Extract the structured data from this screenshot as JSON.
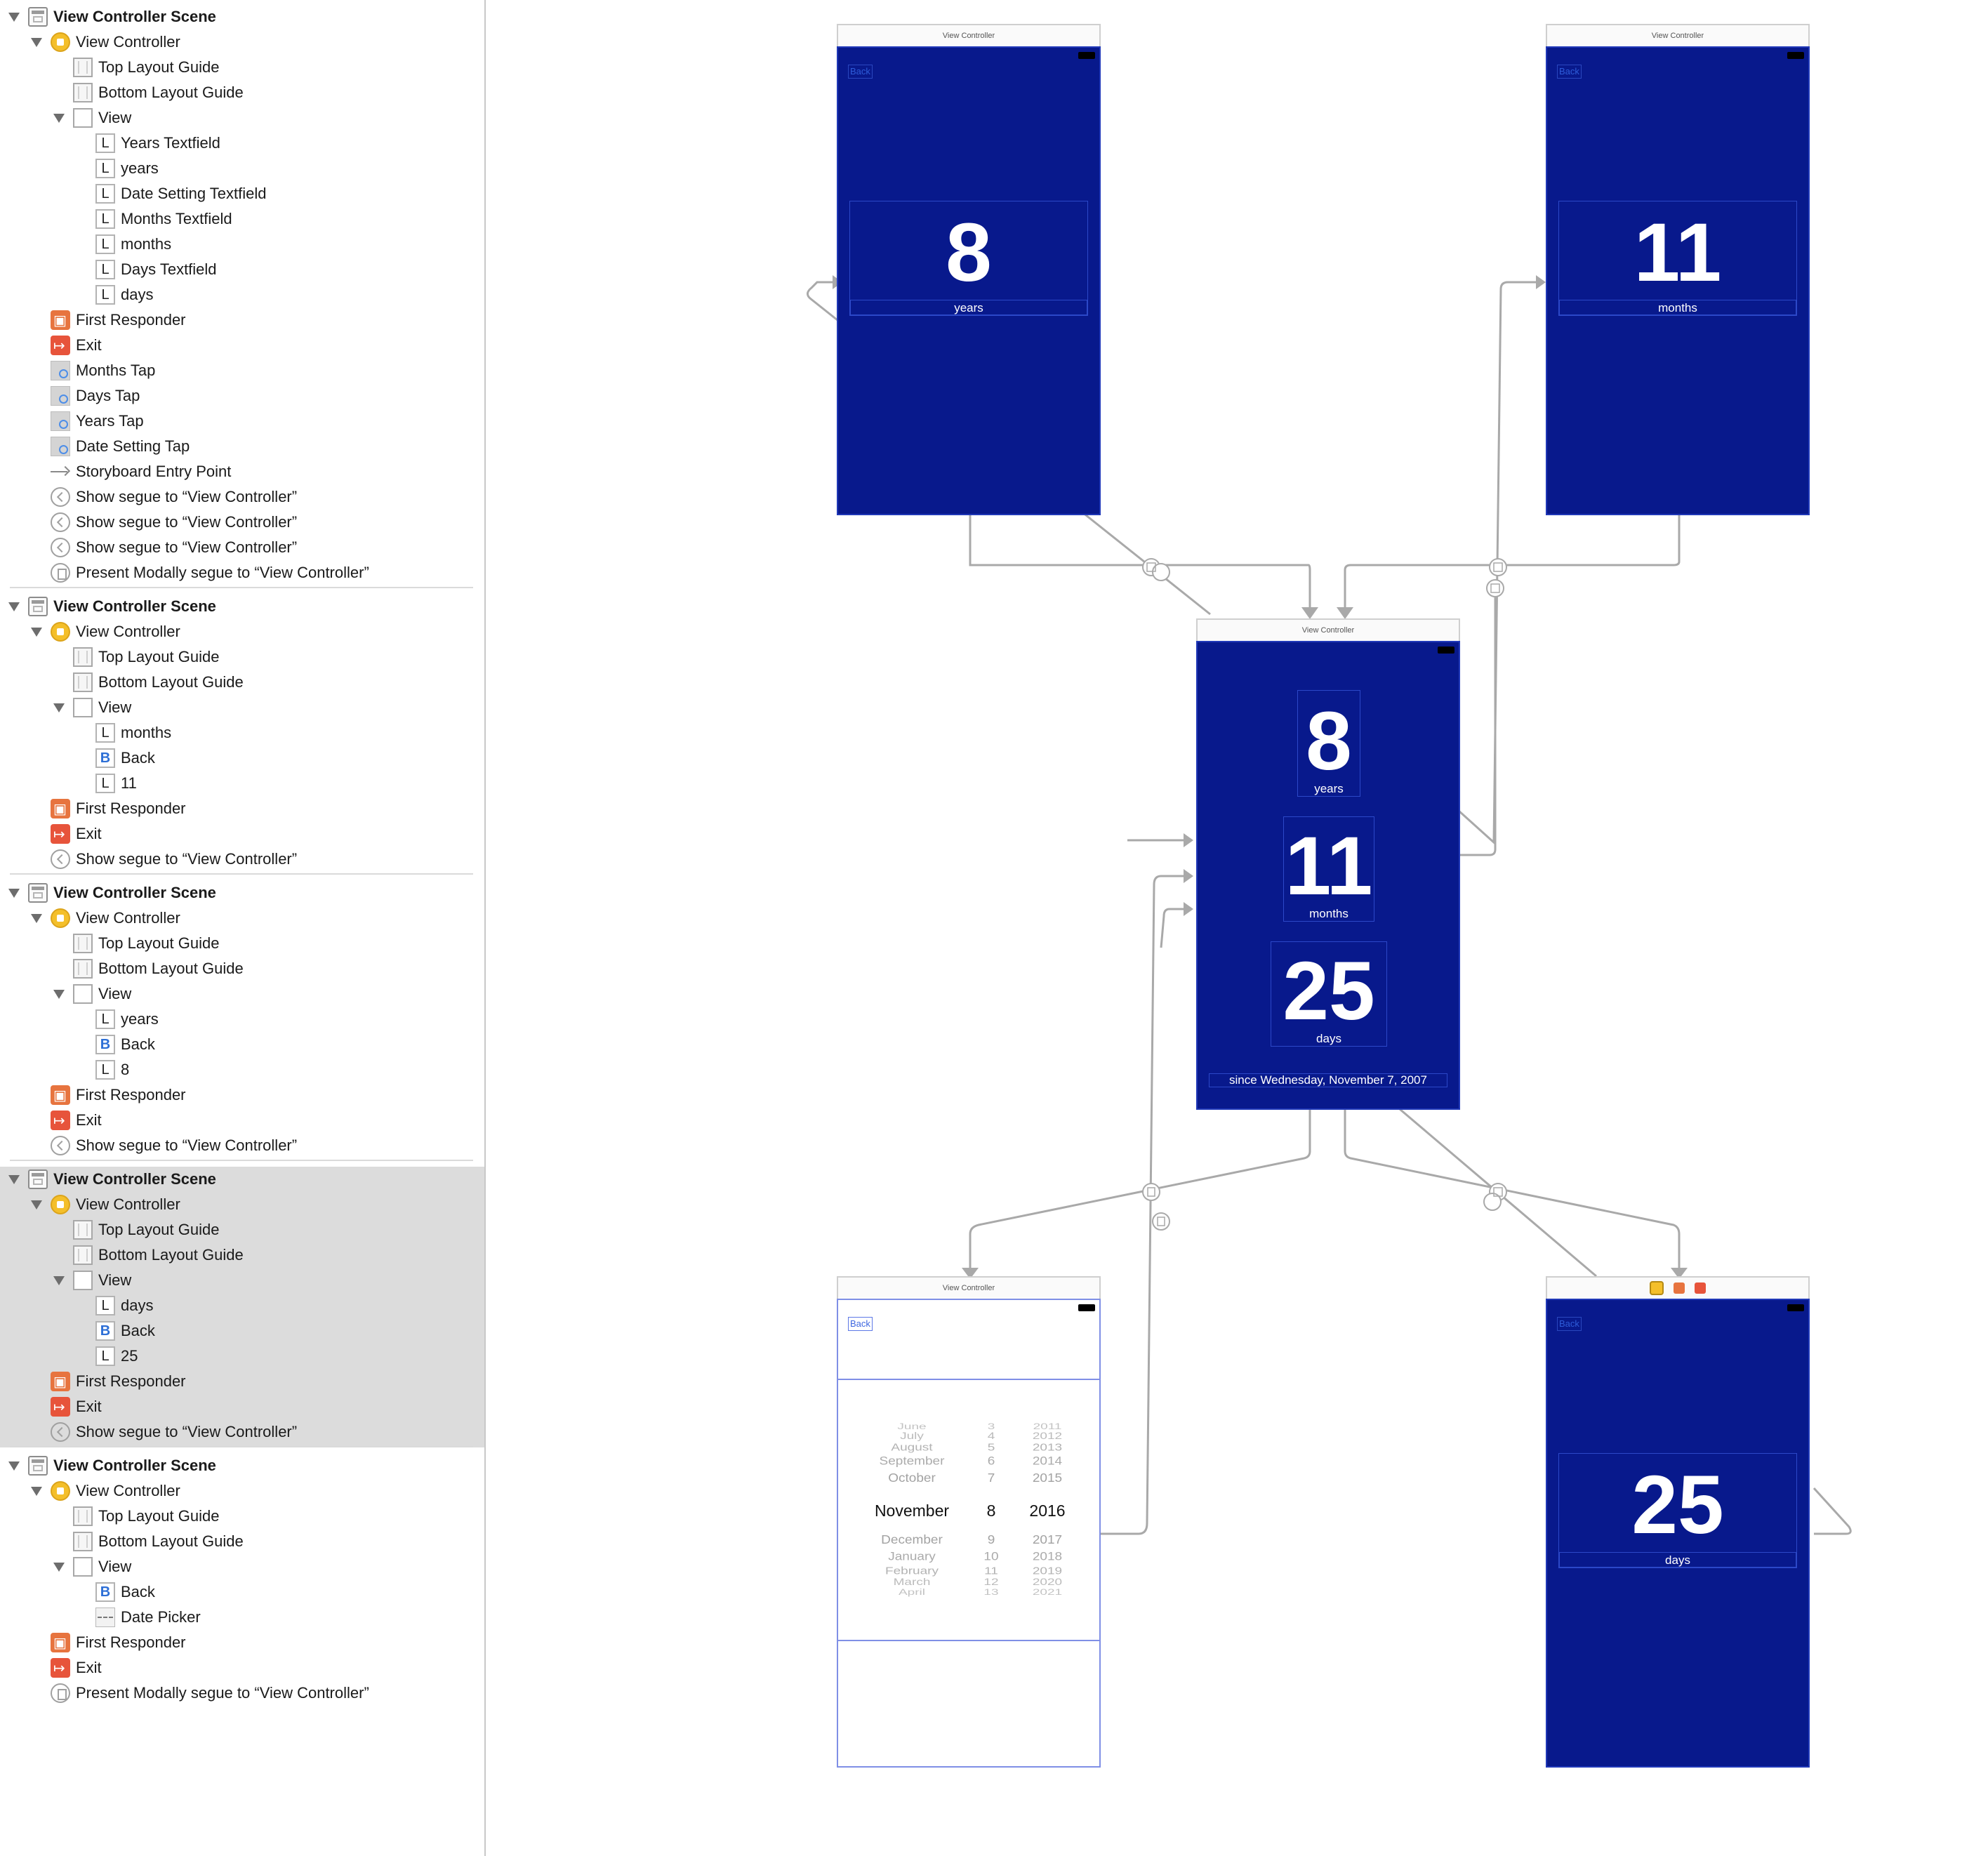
{
  "outline": {
    "scenes": [
      {
        "title": "View Controller Scene",
        "view_controller": "View Controller",
        "top_layout_guide": "Top Layout Guide",
        "bottom_layout_guide": "Bottom Layout Guide",
        "view": "View",
        "subviews": [
          {
            "type": "L",
            "label": "Years Textfield"
          },
          {
            "type": "L",
            "label": "years"
          },
          {
            "type": "L",
            "label": "Date Setting Textfield"
          },
          {
            "type": "L",
            "label": "Months Textfield"
          },
          {
            "type": "L",
            "label": "months"
          },
          {
            "type": "L",
            "label": "Days Textfield"
          },
          {
            "type": "L",
            "label": "days"
          }
        ],
        "first_responder": "First Responder",
        "exit": "Exit",
        "extras": [
          {
            "kind": "tap",
            "label": "Months Tap"
          },
          {
            "kind": "tap",
            "label": "Days Tap"
          },
          {
            "kind": "tap",
            "label": "Years Tap"
          },
          {
            "kind": "tap",
            "label": "Date Setting Tap"
          },
          {
            "kind": "entry",
            "label": "Storyboard Entry Point"
          },
          {
            "kind": "show",
            "label": "Show segue to “View Controller”"
          },
          {
            "kind": "show",
            "label": "Show segue to “View Controller”"
          },
          {
            "kind": "show",
            "label": "Show segue to “View Controller”"
          },
          {
            "kind": "modal",
            "label": "Present Modally segue to “View Controller”"
          }
        ]
      },
      {
        "title": "View Controller Scene",
        "view_controller": "View Controller",
        "top_layout_guide": "Top Layout Guide",
        "bottom_layout_guide": "Bottom Layout Guide",
        "view": "View",
        "subviews": [
          {
            "type": "L",
            "label": "months"
          },
          {
            "type": "B",
            "label": "Back"
          },
          {
            "type": "L",
            "label": "11"
          }
        ],
        "first_responder": "First Responder",
        "exit": "Exit",
        "extras": [
          {
            "kind": "show",
            "label": "Show segue to “View Controller”"
          }
        ]
      },
      {
        "title": "View Controller Scene",
        "view_controller": "View Controller",
        "top_layout_guide": "Top Layout Guide",
        "bottom_layout_guide": "Bottom Layout Guide",
        "view": "View",
        "subviews": [
          {
            "type": "L",
            "label": "years"
          },
          {
            "type": "B",
            "label": "Back"
          },
          {
            "type": "L",
            "label": "8"
          }
        ],
        "first_responder": "First Responder",
        "exit": "Exit",
        "extras": [
          {
            "kind": "show",
            "label": "Show segue to “View Controller”"
          }
        ]
      },
      {
        "title": "View Controller Scene",
        "selected": true,
        "view_controller": "View Controller",
        "top_layout_guide": "Top Layout Guide",
        "bottom_layout_guide": "Bottom Layout Guide",
        "view": "View",
        "subviews": [
          {
            "type": "L",
            "label": "days"
          },
          {
            "type": "B",
            "label": "Back"
          },
          {
            "type": "L",
            "label": "25"
          }
        ],
        "first_responder": "First Responder",
        "exit": "Exit",
        "extras": [
          {
            "kind": "show",
            "label": "Show segue to “View Controller”"
          }
        ]
      },
      {
        "title": "View Controller Scene",
        "view_controller": "View Controller",
        "top_layout_guide": "Top Layout Guide",
        "bottom_layout_guide": "Bottom Layout Guide",
        "view": "View",
        "subviews": [
          {
            "type": "B",
            "label": "Back"
          },
          {
            "type": "P",
            "label": "Date Picker"
          }
        ],
        "first_responder": "First Responder",
        "exit": "Exit",
        "extras": [
          {
            "kind": "modal",
            "label": "Present Modally segue to “View Controller”"
          }
        ]
      }
    ]
  },
  "canvas": {
    "years_scene": {
      "title": "View Controller",
      "back": "Back",
      "number": "8",
      "unit": "years"
    },
    "months_scene": {
      "title": "View Controller",
      "back": "Back",
      "number": "11",
      "unit": "months"
    },
    "main_scene": {
      "title": "View Controller",
      "years_number": "8",
      "years_unit": "years",
      "months_number": "11",
      "months_unit": "months",
      "days_number": "25",
      "days_unit": "days",
      "since_text": "since Wednesday, November 7, 2007"
    },
    "picker_scene": {
      "title": "View Controller",
      "back": "Back",
      "picker_rows": [
        {
          "month": "June",
          "day": "3",
          "year": "2011"
        },
        {
          "month": "July",
          "day": "4",
          "year": "2012"
        },
        {
          "month": "August",
          "day": "5",
          "year": "2013"
        },
        {
          "month": "September",
          "day": "6",
          "year": "2014"
        },
        {
          "month": "October",
          "day": "7",
          "year": "2015"
        },
        {
          "month": "November",
          "day": "8",
          "year": "2016"
        },
        {
          "month": "December",
          "day": "9",
          "year": "2017"
        },
        {
          "month": "January",
          "day": "10",
          "year": "2018"
        },
        {
          "month": "February",
          "day": "11",
          "year": "2019"
        },
        {
          "month": "March",
          "day": "12",
          "year": "2020"
        },
        {
          "month": "April",
          "day": "13",
          "year": "2021"
        }
      ],
      "selected_index": 5
    },
    "days_scene": {
      "back": "Back",
      "number": "25",
      "unit": "days"
    }
  }
}
